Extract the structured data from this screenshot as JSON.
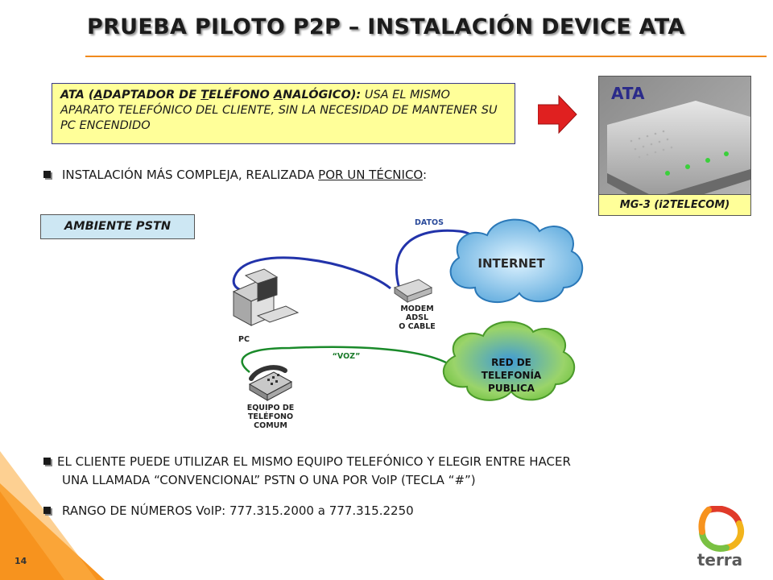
{
  "title": "PRUEBA PILOTO P2P – INSTALACIÓN DEVICE ATA",
  "ata_box": {
    "bold_part_1": "ATA (",
    "bold_A1": "A",
    "bold_part_2": "DAPTADOR DE ",
    "bold_T": "T",
    "bold_part_3": "ELÉFONO ",
    "bold_A2": "A",
    "bold_part_4": "NALÓGICO):",
    "rest": " USA EL MISMO APARATO TELEFÓNICO DEL CLIENTE, SIN LA NECESIDAD DE MANTENER SU PC ENCENDIDO"
  },
  "photo": {
    "label": "ATA",
    "caption": "MG-3 (i2TELECOM)"
  },
  "bullet1": {
    "text": "INSTALACIÓN MÁS COMPLEJA, REALIZADA ",
    "underlined": "POR UN TÉCNICO",
    "end": ":"
  },
  "pstn_label": "AMBIENTE PSTN",
  "diagram": {
    "datos": "DATOS",
    "internet": "INTERNET",
    "modem_l1": "MODEM",
    "modem_l2": "ADSL",
    "modem_l3": "O CABLE",
    "pc": "PC",
    "voz": "“VOZ”",
    "red_l1": "RED DE",
    "red_l2": "TELEFONÍA",
    "red_l3": "PUBLICA",
    "equipo_l1": "EQUIPO DE",
    "equipo_l2": "TELÉFONO",
    "equipo_l3": "COMUM"
  },
  "bullet2": {
    "line1": "EL CLIENTE PUEDE UTILIZAR EL MISMO EQUIPO TELEFÓNICO Y ELEGIR ENTRE HACER",
    "line2": "UNA LLAMADA “CONVENCIONAL” PSTN O UNA POR VoIP (TECLA “#”)"
  },
  "bullet3": "RANGO DE NÚMEROS VoIP: 777.315.2000 a 777.315.2250",
  "page_number": "14",
  "brand": "terra",
  "colors": {
    "accent_orange": "#f08a1c",
    "highlight_yellow": "#ffff99",
    "label_blue": "#cde7f3",
    "arrow_red": "#e02020"
  }
}
